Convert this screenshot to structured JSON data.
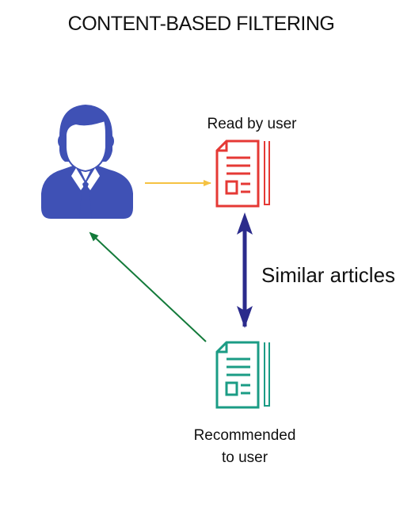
{
  "title": "CONTENT-BASED FILTERING",
  "labels": {
    "read_by_user": "Read by user",
    "similar_articles": "Similar articles",
    "recommended_line1": "Recommended",
    "recommended_line2": "to user"
  },
  "colors": {
    "user": "#3f51b5",
    "read_doc": "#e53935",
    "recommended_doc": "#1b9c85",
    "arrow_user_to_read": "#f5c242",
    "arrow_similar": "#2b2b8c",
    "arrow_recommend": "#137a3a"
  },
  "icons": {
    "user": "user-icon",
    "read_doc": "document-icon",
    "recommended_doc": "document-icon"
  }
}
